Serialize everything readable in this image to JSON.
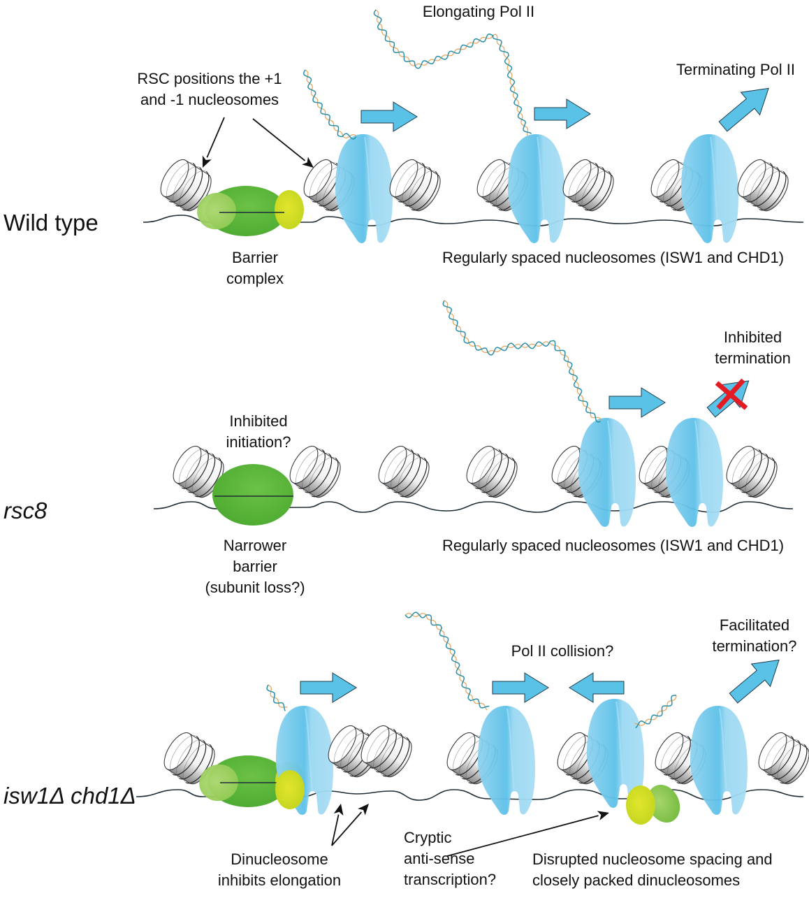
{
  "colors": {
    "polII": "#7fcdec",
    "polII_dark": "#4fb7e3",
    "arrow_fill": "#5bc2e7",
    "arrow_stroke": "#1d3b4a",
    "barrier_main": "#5cb83a",
    "barrier_light": "#a5d36a",
    "barrier_yellow": "#d4e024",
    "dna": "#1e2d36",
    "cross": "#e31b23"
  },
  "panels": [
    {
      "id": "wild-type",
      "row_label": "Wild type",
      "row_label_italic": false,
      "labels": {
        "rsc": "RSC positions the +1\nand -1 nucleosomes",
        "elongating": "Elongating Pol II",
        "terminating": "Terminating Pol II",
        "barrier": "Barrier\ncomplex",
        "spacing": "Regularly spaced nucleosomes (ISW1 and CHD1)"
      }
    },
    {
      "id": "rsc8",
      "row_label": "rsc8",
      "row_label_italic": true,
      "labels": {
        "inhibited_initiation": "Inhibited\ninitiation?",
        "inhibited_termination": "Inhibited\ntermination",
        "barrier": "Narrower\nbarrier\n(subunit loss?)",
        "spacing": "Regularly spaced nucleosomes (ISW1 and CHD1)"
      }
    },
    {
      "id": "isw1-chd1",
      "row_label": "isw1Δ chd1Δ",
      "row_label_italic": true,
      "labels": {
        "collision": "Pol II collision?",
        "facilitated": "Facilitated\ntermination?",
        "dinucleosome": "Dinucleosome\ninhibits elongation",
        "cryptic": "Cryptic\nanti-sense\ntranscription?",
        "disrupted": "Disrupted nucleosome spacing and\nclosely packed dinucleosomes"
      }
    }
  ]
}
